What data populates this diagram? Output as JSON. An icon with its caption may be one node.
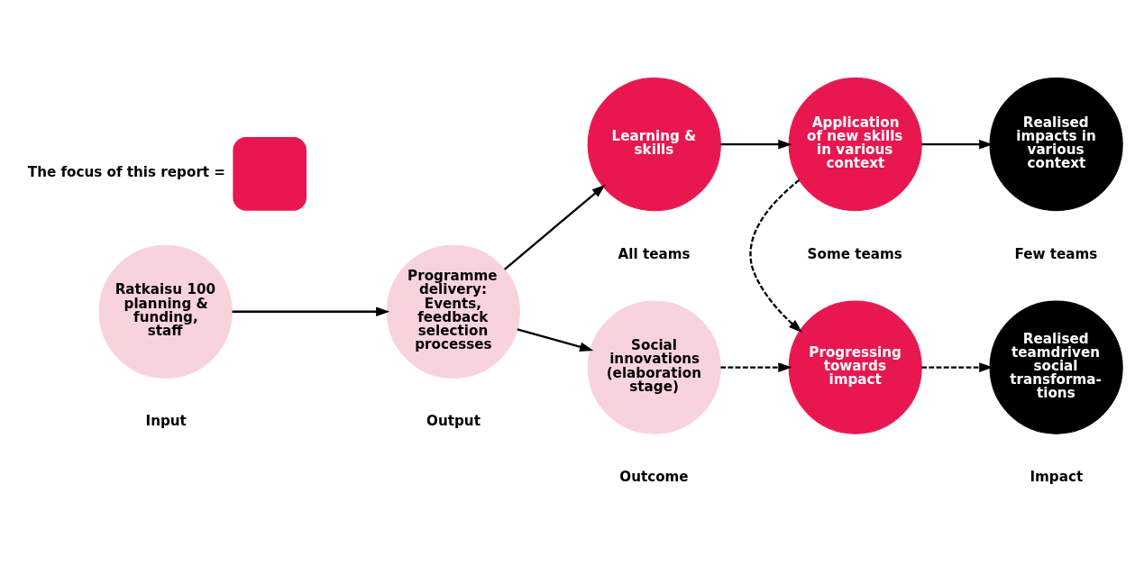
{
  "diagram": {
    "nodes": [
      {
        "text": [
          "Ratkaisu 100 planning & funding, staff"
        ]
      },
      {
        "text": [
          "Programme delivery: Events, feedback selection processes"
        ]
      },
      {
        "text": [
          "Learning & skills"
        ]
      },
      {
        "text": [
          "Application of new skills in various context"
        ]
      },
      {
        "text": [
          "Realised impacts in various context"
        ]
      },
      {
        "text": [
          "Social innovations (elaboration stage)"
        ]
      },
      {
        "text": [
          "Progressing towards impact"
        ]
      },
      {
        "text": [
          "Realised teamdriven social transforma-tions"
        ]
      }
    ],
    "edges": [
      {
        "from": 0,
        "to": 1,
        "arrow": "to"
      },
      {
        "from": 1,
        "to": 2,
        "arrow": "to"
      },
      {
        "from": 1,
        "to": 5,
        "arrow": "to"
      },
      {
        "from": 2,
        "to": 3,
        "arrow": "to"
      },
      {
        "from": 3,
        "to": 4,
        "arrow": "to"
      },
      {
        "from": 3,
        "to": 6,
        "arrow": "to",
        "style": "dashed"
      },
      {
        "from": 5,
        "to": 6,
        "arrow": "to",
        "style": "dashed"
      },
      {
        "from": 6,
        "to": 7,
        "arrow": "to",
        "style": "dashed"
      }
    ],
    "labels": [
      "All teams",
      "Some teams",
      "Few teams",
      "Input",
      "Output",
      "Outcome",
      "Impact"
    ],
    "legend": [
      {
        "text": "The focus of this report =",
        "color": "#e8174f"
      }
    ]
  }
}
